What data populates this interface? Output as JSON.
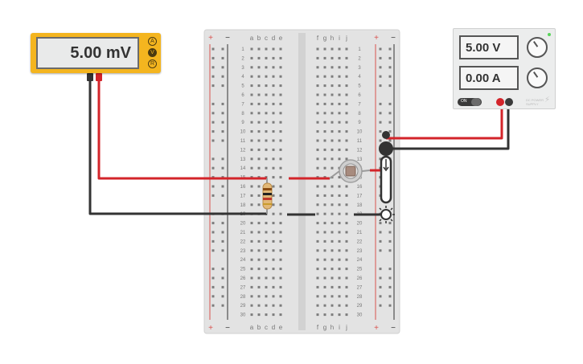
{
  "multimeter": {
    "reading": "5.00 mV",
    "modes": [
      "A",
      "V",
      "R"
    ],
    "active_mode": "V"
  },
  "power_supply": {
    "voltage": "5.00 V",
    "current": "0.00 A",
    "switch_label": "ON",
    "brand_lines": [
      "DC POWER",
      "SUPPLY"
    ]
  },
  "breadboard": {
    "column_letters_left": [
      "a",
      "b",
      "c",
      "d",
      "e"
    ],
    "column_letters_right": [
      "f",
      "g",
      "h",
      "i",
      "j"
    ],
    "row_count": 30,
    "rail_plus": "+",
    "rail_minus": "−"
  },
  "colors": {
    "wire_red": "#d3242a",
    "wire_black": "#333333",
    "multimeter_body": "#f4b51f",
    "rail_red": "#d9534f",
    "rail_black": "#333333"
  }
}
